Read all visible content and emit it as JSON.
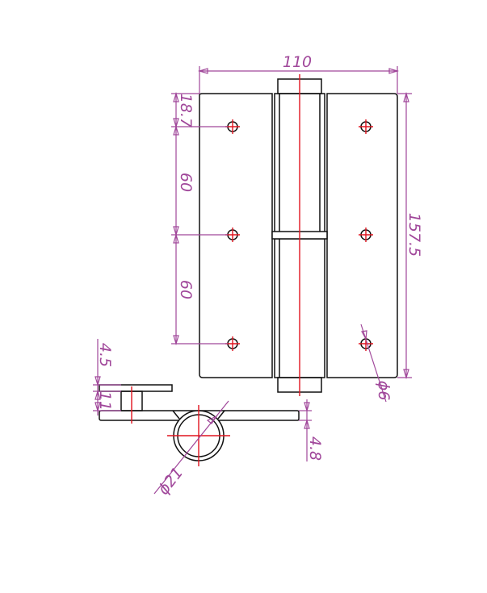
{
  "colors": {
    "object_line": "#111111",
    "center_line": "#e0141e",
    "dimension_line": "#a0479a",
    "background": "#ffffff"
  },
  "dimensions": {
    "overall_width": "110",
    "top_offset": "18.7",
    "hole_spacing_1": "60",
    "hole_spacing_2": "60",
    "overall_height": "157.5",
    "hole_diameter": "ϕ6",
    "knuckle_diameter": "ϕ21",
    "leaf_thickness": "4.8",
    "cap_thickness": "4.5",
    "pin_gap": "11"
  }
}
